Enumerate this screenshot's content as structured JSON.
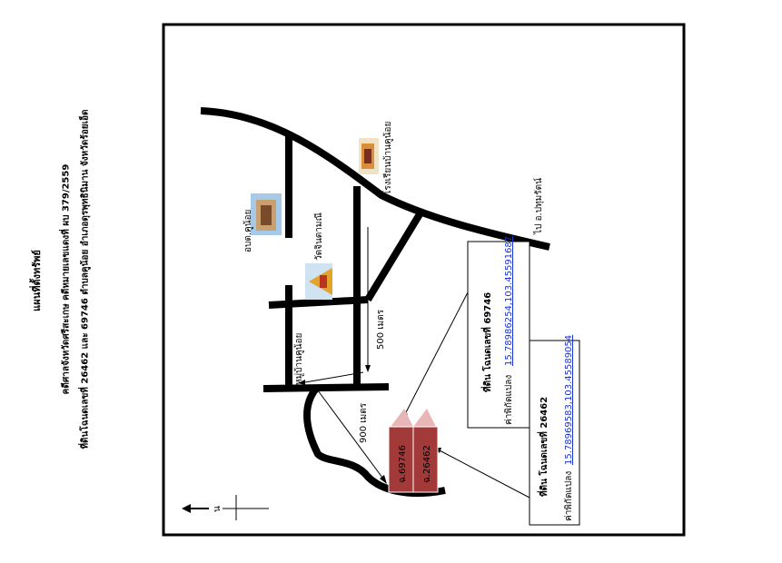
{
  "header": {
    "line1": "แผนที่ตั้งทรัพย์",
    "line2": "คดีศาลจังหวัดศรีสะเกษ คดีหมายเลขแดงที่ ผบ 379/2559",
    "line3": "ที่ดินโฉนดเลขที่ 26462 และ 69746 ตำบลคูน้อย อำเภอดุรพุทธินิมาน จังหวัดร้อยเอ็ด"
  },
  "landmarks": {
    "school": "โรงเรียนบ้านคูน้อย",
    "sao": "อบต.คูน้อย",
    "temple": "วัดจินตามณี",
    "village": "หมู่บ้านคูน้อย",
    "direction": "ไป อ.ปทุมรัตน์"
  },
  "distances": {
    "d500": "500 เมตร",
    "d900": "900 เมตร"
  },
  "parcels": {
    "p69746": "ฉ.69746",
    "p26462": "ฉ.26462"
  },
  "info_boxes": {
    "box1_title": "ที่ดิน โฉนดเลขที่ 69746",
    "box1_coord_label": "ค่าพิกัดแปลง",
    "box1_coord": "15.78986254,103.45591687",
    "box2_title": "ที่ดิน โฉนดเลขที่ 26462",
    "box2_coord_label": "ค่าพิกัดแปลง",
    "box2_coord": "15.78969583,103.45589054"
  },
  "north": {
    "label": "น"
  }
}
